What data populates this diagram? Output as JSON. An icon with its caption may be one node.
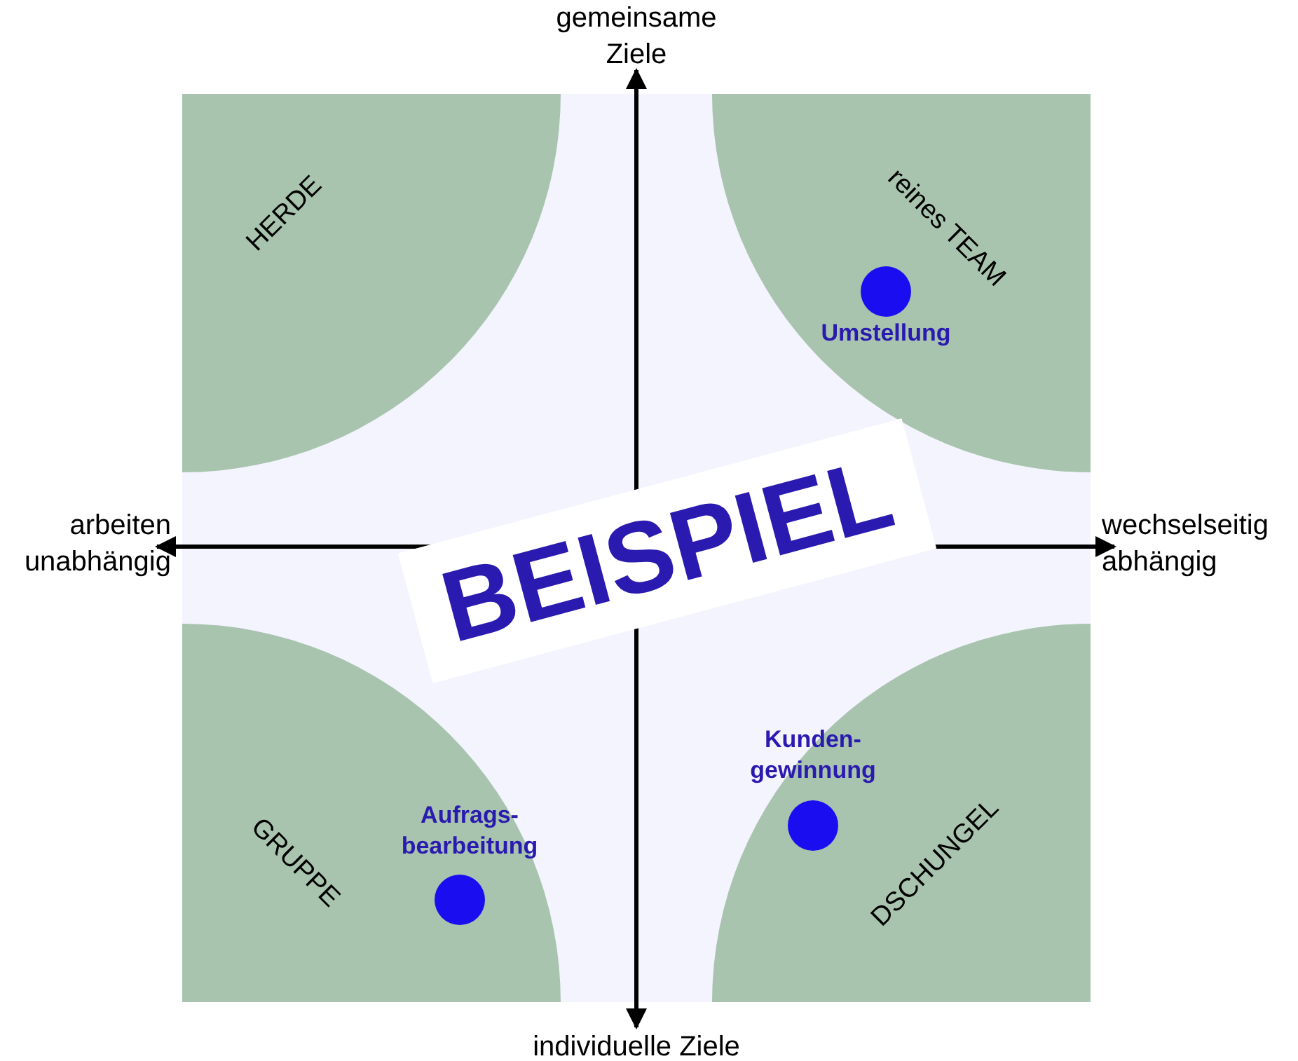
{
  "diagram": {
    "nodes": [
      {
        "text": [
          "HERDE"
        ]
      },
      {
        "text": [
          "reines TEAM"
        ]
      },
      {
        "text": [
          "GRUPPE"
        ]
      },
      {
        "text": [
          "DSCHUNGEL"
        ]
      },
      {
        "text": [],
        "shape": "circle",
        "beside": [
          "Umstellung"
        ],
        "in": 1
      },
      {
        "text": [],
        "shape": "circle",
        "beside": [
          "Kunden- gewinnung"
        ],
        "in": 3
      },
      {
        "text": [],
        "shape": "circle",
        "beside": [
          "Aufrags- bearbeitung"
        ],
        "in": 2
      }
    ],
    "edges": [],
    "labels": [
      "gemeinsame Ziele",
      "arbeiten unabhängig",
      "wechselseitig abhängig",
      "BEISPIEL",
      "individuelle Ziele"
    ]
  }
}
